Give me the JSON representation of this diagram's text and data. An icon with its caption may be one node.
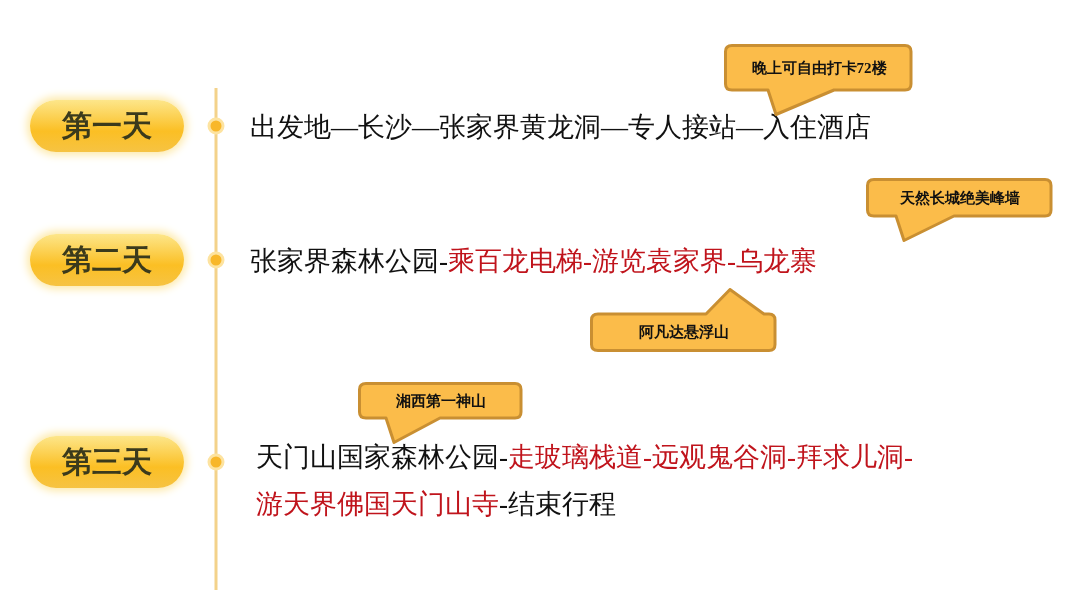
{
  "diagram": {
    "nodes": [
      {
        "text": [
          "第一天"
        ]
      },
      {
        "text": [
          "第二天"
        ]
      },
      {
        "text": [
          "第三天"
        ]
      },
      {
        "text": [
          "出发地—长沙—张家界黄龙洞—专人接站—入住酒店"
        ]
      },
      {
        "text": [
          "张家界森林公园-",
          "乘百龙电梯-游览袁家界-乌龙寨"
        ]
      },
      {
        "text": [
          "天门山国家森林公园-",
          "走玻璃栈道-远观鬼谷洞-拜求儿洞-游天界佛国天门山寺",
          "-结束行程"
        ]
      },
      {
        "text": [
          "晚上可自由打卡72楼"
        ]
      },
      {
        "text": [
          "天然长城绝美峰墙"
        ]
      },
      {
        "text": [
          "阿凡达悬浮山"
        ]
      },
      {
        "text": [
          "湘西第一神山"
        ]
      }
    ]
  }
}
